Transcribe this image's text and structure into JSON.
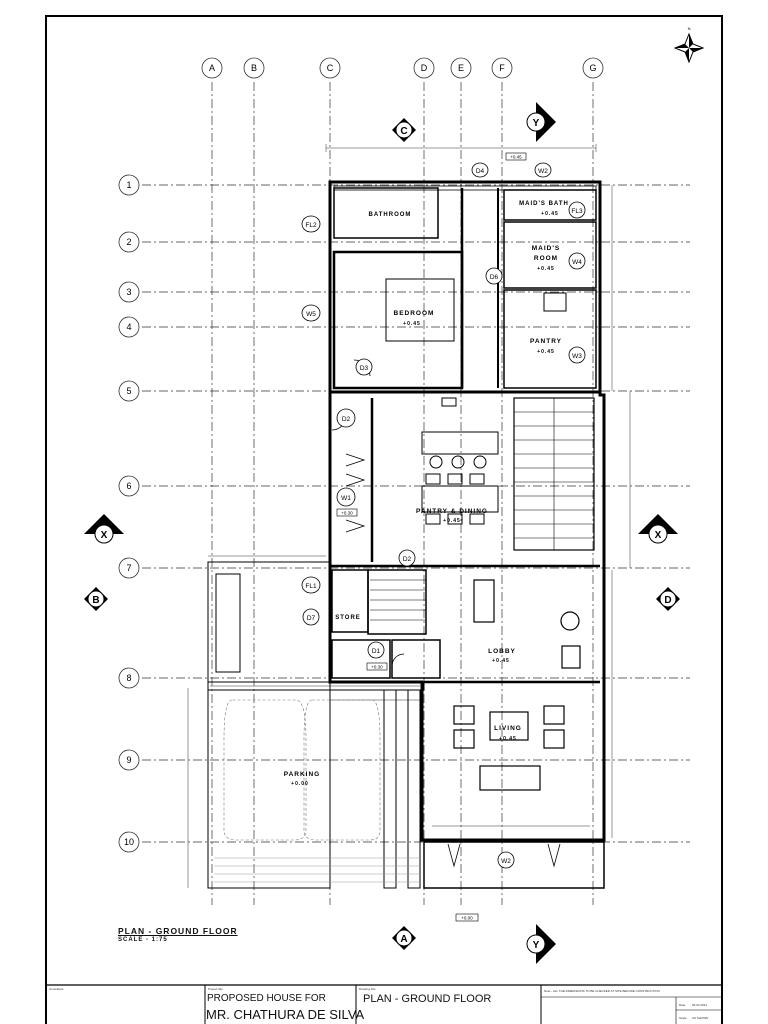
{
  "drawing": {
    "grid_columns": [
      "A",
      "B",
      "C",
      "D",
      "E",
      "F",
      "G"
    ],
    "grid_rows": [
      "1",
      "2",
      "3",
      "4",
      "5",
      "6",
      "7",
      "8",
      "9",
      "10"
    ],
    "section_markers": {
      "top": "C",
      "bottom": "A",
      "left": "B",
      "right": "D",
      "x_left": "X",
      "x_right": "X",
      "y_top": "Y",
      "y_bottom": "Y"
    },
    "rooms": [
      {
        "name": "BATHROOM",
        "area": ""
      },
      {
        "name": "MAID'S BATH",
        "area": "+0.45"
      },
      {
        "name": "MAID'S",
        "area": ""
      },
      {
        "name": "ROOM",
        "area": "+0.45"
      },
      {
        "name": "BEDROOM",
        "area": "+0.45"
      },
      {
        "name": "PANTRY",
        "area": "+0.45"
      },
      {
        "name": "PANTRY & DINING",
        "area": "+0.45"
      },
      {
        "name": "STORE",
        "area": ""
      },
      {
        "name": "LOBBY",
        "area": "+0.45"
      },
      {
        "name": "LIVING",
        "area": "+0.45"
      },
      {
        "name": "PARKING",
        "area": "+0.00"
      }
    ],
    "openings": [
      "D1",
      "D2",
      "D3",
      "D4",
      "D6",
      "D7",
      "W1",
      "W2",
      "W3",
      "W4",
      "W5",
      "FL1",
      "FL2",
      "FL3"
    ],
    "level_tags": [
      "+0.45",
      "+0.30",
      "+0.00"
    ],
    "plan_title": "PLAN - GROUND FLOOR",
    "scale": "SCALE - 1:75"
  },
  "title_block": {
    "col1_caption": "Consultant",
    "col2_caption": "Project title",
    "project_line1": "PROPOSED HOUSE FOR",
    "project_line2": "MR. CHATHURA DE SILVA",
    "col3_caption": "Drawing title",
    "drawing_title": "PLAN - GROUND FLOOR",
    "note": "Note - ALL THE DIMENSIONS TO BE CHECKED AT SITE BEFORE CONSTRUCTION",
    "date_label": "Date",
    "date_value": "06.02.2021",
    "scale_label": "Scale",
    "scale_value": "AS SHOWN"
  }
}
